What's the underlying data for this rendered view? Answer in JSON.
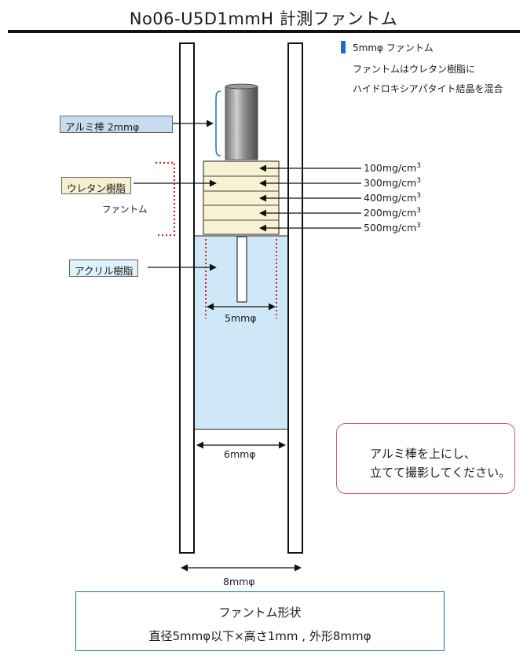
{
  "title": "No06-U5D1mmH 計測ファントム",
  "labels": {
    "aluminum_rod": "アルミ棒 2mmφ",
    "urethane": "ウレタン樹脂",
    "phantom": "ファントム",
    "acrylic": "アクリル樹脂"
  },
  "densities": [
    "100mg/cm3",
    "300mg/cm3",
    "400mg/cm3",
    "200mg/cm3",
    "500mg/cm3"
  ],
  "dimensions": {
    "inner_span": "5mmφ",
    "cylinder_inner": "6mmφ",
    "outer": "8mmφ"
  },
  "legend": {
    "title": "5mmφ ファントム",
    "line1": "ファントムはウレタン樹脂に",
    "line2": "ハイドロキシアパタイト結晶を混合"
  },
  "note": {
    "line1": "アルミ棒を上にし、",
    "line2": "立てて撮影してください。"
  },
  "shape": {
    "title": "ファントム形状",
    "description": "直径5mmφ以下×高さ1mm , 外形8mmφ"
  },
  "colors": {
    "legend_bar": "#1a6fc0",
    "acrylic_fill": "#cfe8f7",
    "urethane_fill": "#f7f2d4",
    "dotted_red": "#d42020",
    "note_border": "#d85a5a",
    "shape_border": "#1a6fc0"
  }
}
